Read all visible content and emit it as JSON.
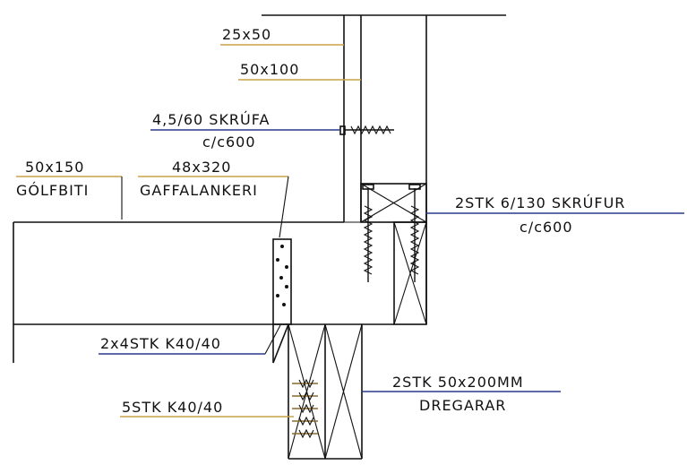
{
  "labels": {
    "l1": "25x50",
    "l2": "50x100",
    "l3a": "4,5/60 SKRÚFA",
    "l3b": "c/c600",
    "l4a": "50x150",
    "l4b": "GÓLFBITI",
    "l5a": "48x320",
    "l5b": "GAFFALANKERI",
    "l6a": "2STK 6/130 SKRÚFUR",
    "l6b": "c/c600",
    "l7": "2x4STK K40/40",
    "l8": "5STK K40/40",
    "l9a": "2STK 50x200MM",
    "l9b": "DREGARAR"
  },
  "colors": {
    "line": "#111111",
    "leader_gold": "#c8a24a",
    "leader_blue": "#2a3a8a"
  }
}
